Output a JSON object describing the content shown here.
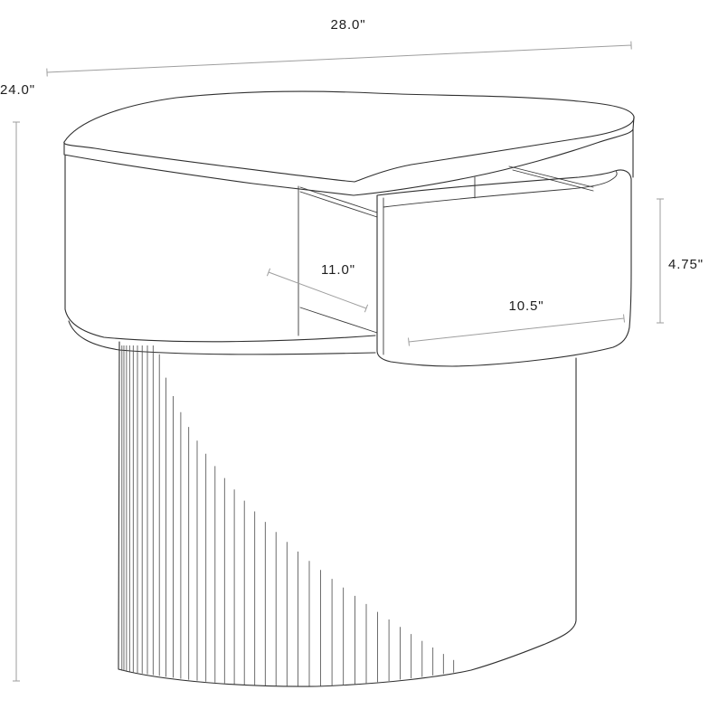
{
  "diagram": {
    "type": "furniture-dimension-drawing",
    "subject": "side table with drawer and fluted pedestal base"
  },
  "dimensions": {
    "overall_width": {
      "label": "28.0\""
    },
    "overall_height": {
      "label": "24.0\""
    },
    "drawer_depth": {
      "label": "11.0\""
    },
    "drawer_width": {
      "label": "10.5\""
    },
    "drawer_height": {
      "label": "4.75\""
    }
  },
  "colors": {
    "background": "#ffffff",
    "furniture_line": "#2f2f2f",
    "dimension_line": "#9e9e9e",
    "label_text": "#1d1d1d"
  }
}
